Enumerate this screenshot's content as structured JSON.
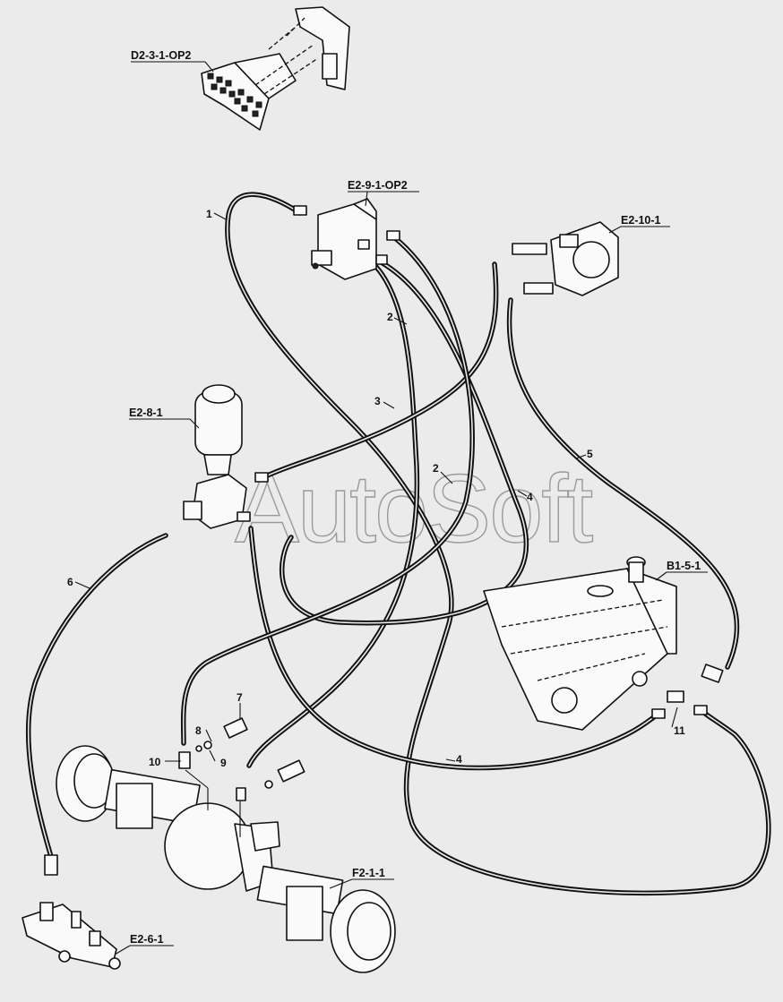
{
  "watermark": "AutoSoft",
  "labels": {
    "pedal": "D2-3-1-OP2",
    "brake_valve": "E2-9-1-OP2",
    "pump": "E2-10-1",
    "accumulator_valve": "E2-8-1",
    "tank": "B1-5-1",
    "axle": "F2-1-1",
    "manifold": "E2-6-1"
  },
  "callouts": {
    "n1": "1",
    "n2a": "2",
    "n2b": "2",
    "n3": "3",
    "n4a": "4",
    "n4b": "4",
    "n5": "5",
    "n6": "6",
    "n7": "7",
    "n8": "8",
    "n9": "9",
    "n10": "10",
    "n11": "11"
  },
  "icons": [
    "pedal-assembly-icon",
    "brake-valve-icon",
    "pump-icon",
    "accumulator-icon",
    "tank-icon",
    "axle-icon",
    "manifold-icon",
    "pressure-switch-icon"
  ]
}
